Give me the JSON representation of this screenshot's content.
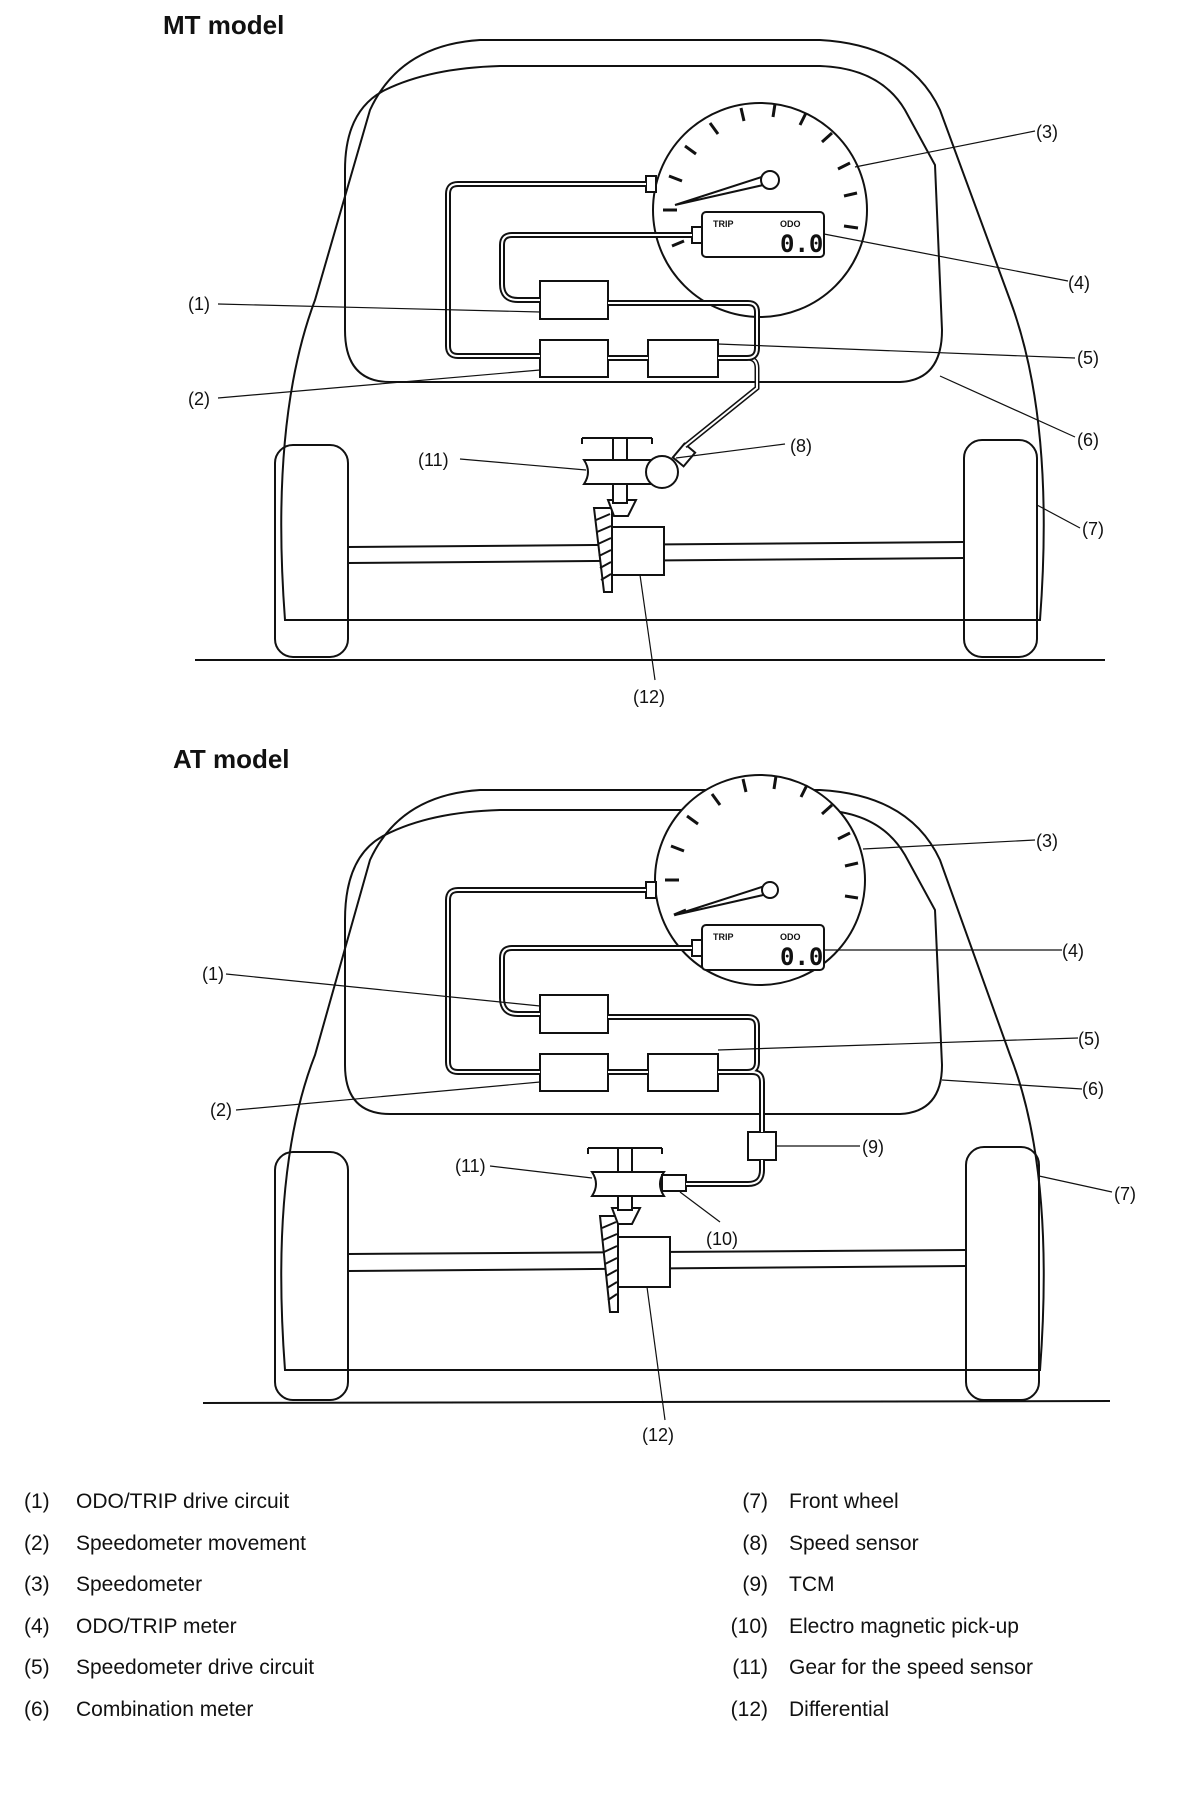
{
  "mt_section": {
    "title": "MT model",
    "callouts": {
      "c1": "(1)",
      "c2": "(2)",
      "c3": "(3)",
      "c4": "(4)",
      "c5": "(5)",
      "c6": "(6)",
      "c7": "(7)",
      "c8": "(8)",
      "c11": "(11)",
      "c12": "(12)"
    },
    "meter_display": {
      "trip": "TRIP",
      "odo": "ODO",
      "value": "0.0"
    }
  },
  "at_section": {
    "title": "AT model",
    "callouts": {
      "c1": "(1)",
      "c2": "(2)",
      "c3": "(3)",
      "c4": "(4)",
      "c5": "(5)",
      "c6": "(6)",
      "c7": "(7)",
      "c9": "(9)",
      "c10": "(10)",
      "c11": "(11)",
      "c12": "(12)"
    },
    "meter_display": {
      "trip": "TRIP",
      "odo": "ODO",
      "value": "0.0"
    }
  },
  "legend": {
    "left": [
      {
        "num": "(1)",
        "text": "ODO/TRIP drive circuit"
      },
      {
        "num": "(2)",
        "text": "Speedometer movement"
      },
      {
        "num": "(3)",
        "text": "Speedometer"
      },
      {
        "num": "(4)",
        "text": "ODO/TRIP meter"
      },
      {
        "num": "(5)",
        "text": "Speedometer drive circuit"
      },
      {
        "num": "(6)",
        "text": "Combination meter"
      }
    ],
    "right": [
      {
        "num": "(7)",
        "text": "Front wheel"
      },
      {
        "num": "(8)",
        "text": "Speed sensor"
      },
      {
        "num": "(9)",
        "text": "TCM"
      },
      {
        "num": "(10)",
        "text": "Electro magnetic pick-up"
      },
      {
        "num": "(11)",
        "text": "Gear for the speed sensor"
      },
      {
        "num": "(12)",
        "text": "Differential"
      }
    ]
  }
}
